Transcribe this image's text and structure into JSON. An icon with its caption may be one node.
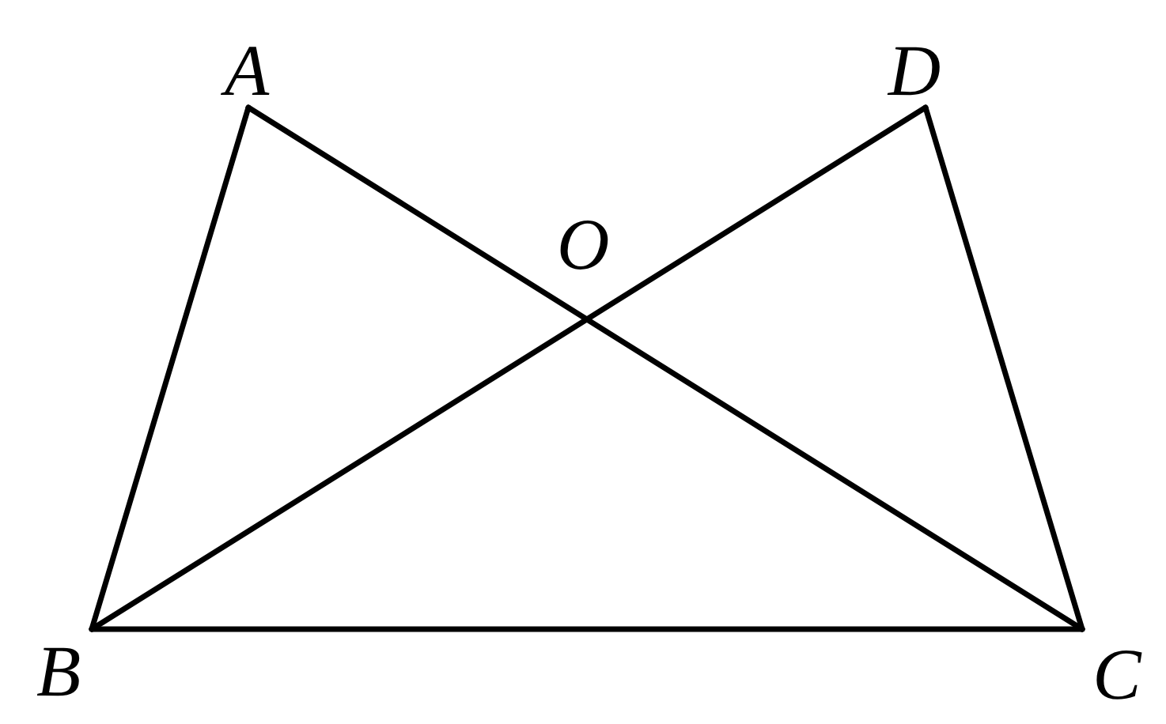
{
  "diagram": {
    "nodes": [
      {
        "text": [
          "A"
        ]
      },
      {
        "text": [
          "D"
        ]
      },
      {
        "text": [
          "B"
        ]
      },
      {
        "text": [
          "C"
        ]
      }
    ],
    "edges": [
      {
        "from": 0,
        "to": 2,
        "arrow": "none"
      },
      {
        "from": 0,
        "to": 3,
        "arrow": "none"
      },
      {
        "from": 1,
        "to": 2,
        "arrow": "none"
      },
      {
        "from": 1,
        "to": 3,
        "arrow": "none"
      },
      {
        "from": 2,
        "to": 3,
        "arrow": "none"
      }
    ],
    "labels": [
      "O"
    ]
  }
}
